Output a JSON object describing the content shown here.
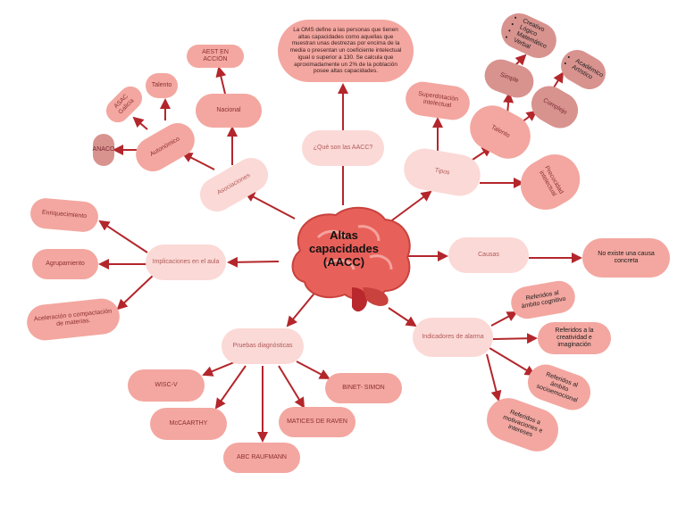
{
  "central": {
    "line1": "Altas",
    "line2": "capacidades",
    "line3": "(AACC)"
  },
  "nodes": {
    "que_son": "¿Qué son las AACC?",
    "oms": "La OMS define a las personas que tienen altas capacidades como aquellas que muestran unas destrezas por encima de la media o presentan un coeficiente intelectual igual o superior a 130. Se calcula que aproximadamente un 2% de la población posee altas capacidades.",
    "asociaciones": "Asociaciones",
    "nacional": "Nacional",
    "aest": "AEST EN ACCIÓN",
    "autonomico": "Autonómico",
    "talento_asoc": "Talento",
    "asac": "ASAC Galicia",
    "anaco": "ANACO",
    "tipos": "Tipos",
    "superdotacion": "Superdotación intelectual",
    "talento": "Talento",
    "simple": "Simple",
    "complejo": "Complejo",
    "precocidad": "Precocidad intelectual",
    "causas": "Causas",
    "no_existe": "No existe una causa concreta",
    "implicaciones": "Implicaciones en el aula",
    "enriquecimiento": "Enriquecimiento",
    "agrupamiento": "Agrupamiento",
    "aceleracion": "Aceleración o compactación de materias.",
    "pruebas": "Pruebas diagnósticas",
    "wisc": "WISC-V",
    "mccaarthy": "McCAARTHY",
    "abc": "ABC RAUFMANN",
    "matices": "MATICES DE RAVEN",
    "binet": "BINET- SIMON",
    "indicadores": "Indicadores de alarma",
    "cognitivo": "Referidos al ámbito cognitivo",
    "creatividad": "Referidos a la creatividad e imaginación",
    "socioemocional": "Referidos al ámbito socioemocional",
    "motivaciones": "Referidos a motivaciones e intereses"
  },
  "simple_list": [
    "Creativo",
    "Lógico",
    "Matemático",
    "Verbal"
  ],
  "complejo_list": [
    "Académico",
    "Artístico"
  ],
  "colors": {
    "arrow": "#b3262b",
    "light": "#fbd9d6",
    "mid": "#f3a7a0",
    "dark": "#d8938f",
    "brain": "#e8605a"
  }
}
